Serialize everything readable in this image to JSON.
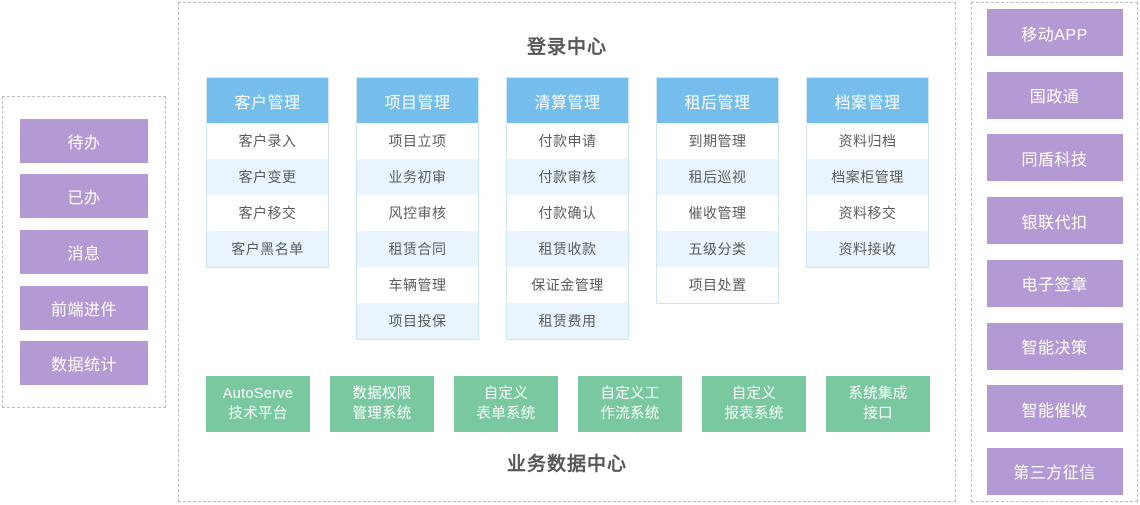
{
  "colors": {
    "purple": "#b49ad4",
    "blue_header": "#74bdec",
    "green": "#7ac8a0",
    "row_alt": "#eaf4fd",
    "card_border": "#cfe6f7",
    "dashed_border": "#bdbdbd",
    "text": "#5a5a5a"
  },
  "left_panel": {
    "items": [
      {
        "label": "待办"
      },
      {
        "label": "已办"
      },
      {
        "label": "消息"
      },
      {
        "label": "前端进件"
      },
      {
        "label": "数据统计"
      }
    ]
  },
  "center_panel": {
    "title_top": "登录中心",
    "title_bottom": "业务数据中心",
    "modules": [
      {
        "header": "客户管理",
        "items": [
          "客户录入",
          "客户变更",
          "客户移交",
          "客户黑名单"
        ]
      },
      {
        "header": "项目管理",
        "items": [
          "项目立项",
          "业务初审",
          "风控审核",
          "租赁合同",
          "车辆管理",
          "项目投保"
        ]
      },
      {
        "header": "清算管理",
        "items": [
          "付款申请",
          "付款审核",
          "付款确认",
          "租赁收款",
          "保证金管理",
          "租赁费用"
        ]
      },
      {
        "header": "租后管理",
        "items": [
          "到期管理",
          "租后巡视",
          "催收管理",
          "五级分类",
          "项目处置"
        ]
      },
      {
        "header": "档案管理",
        "items": [
          "资料归档",
          "档案柜管理",
          "资料移交",
          "资料接收"
        ]
      }
    ],
    "platforms": [
      {
        "line1": "AutoServe",
        "line2": "技术平台"
      },
      {
        "line1": "数据权限",
        "line2": "管理系统"
      },
      {
        "line1": "自定义",
        "line2": "表单系统"
      },
      {
        "line1": "自定义工",
        "line2": "作流系统"
      },
      {
        "line1": "自定义",
        "line2": "报表系统"
      },
      {
        "line1": "系统集成",
        "line2": "接口"
      }
    ]
  },
  "right_panel": {
    "items": [
      {
        "label": "移动APP"
      },
      {
        "label": "国政通"
      },
      {
        "label": "同盾科技"
      },
      {
        "label": "银联代扣"
      },
      {
        "label": "电子签章"
      },
      {
        "label": "智能决策"
      },
      {
        "label": "智能催收"
      },
      {
        "label": "第三方征信"
      }
    ]
  }
}
